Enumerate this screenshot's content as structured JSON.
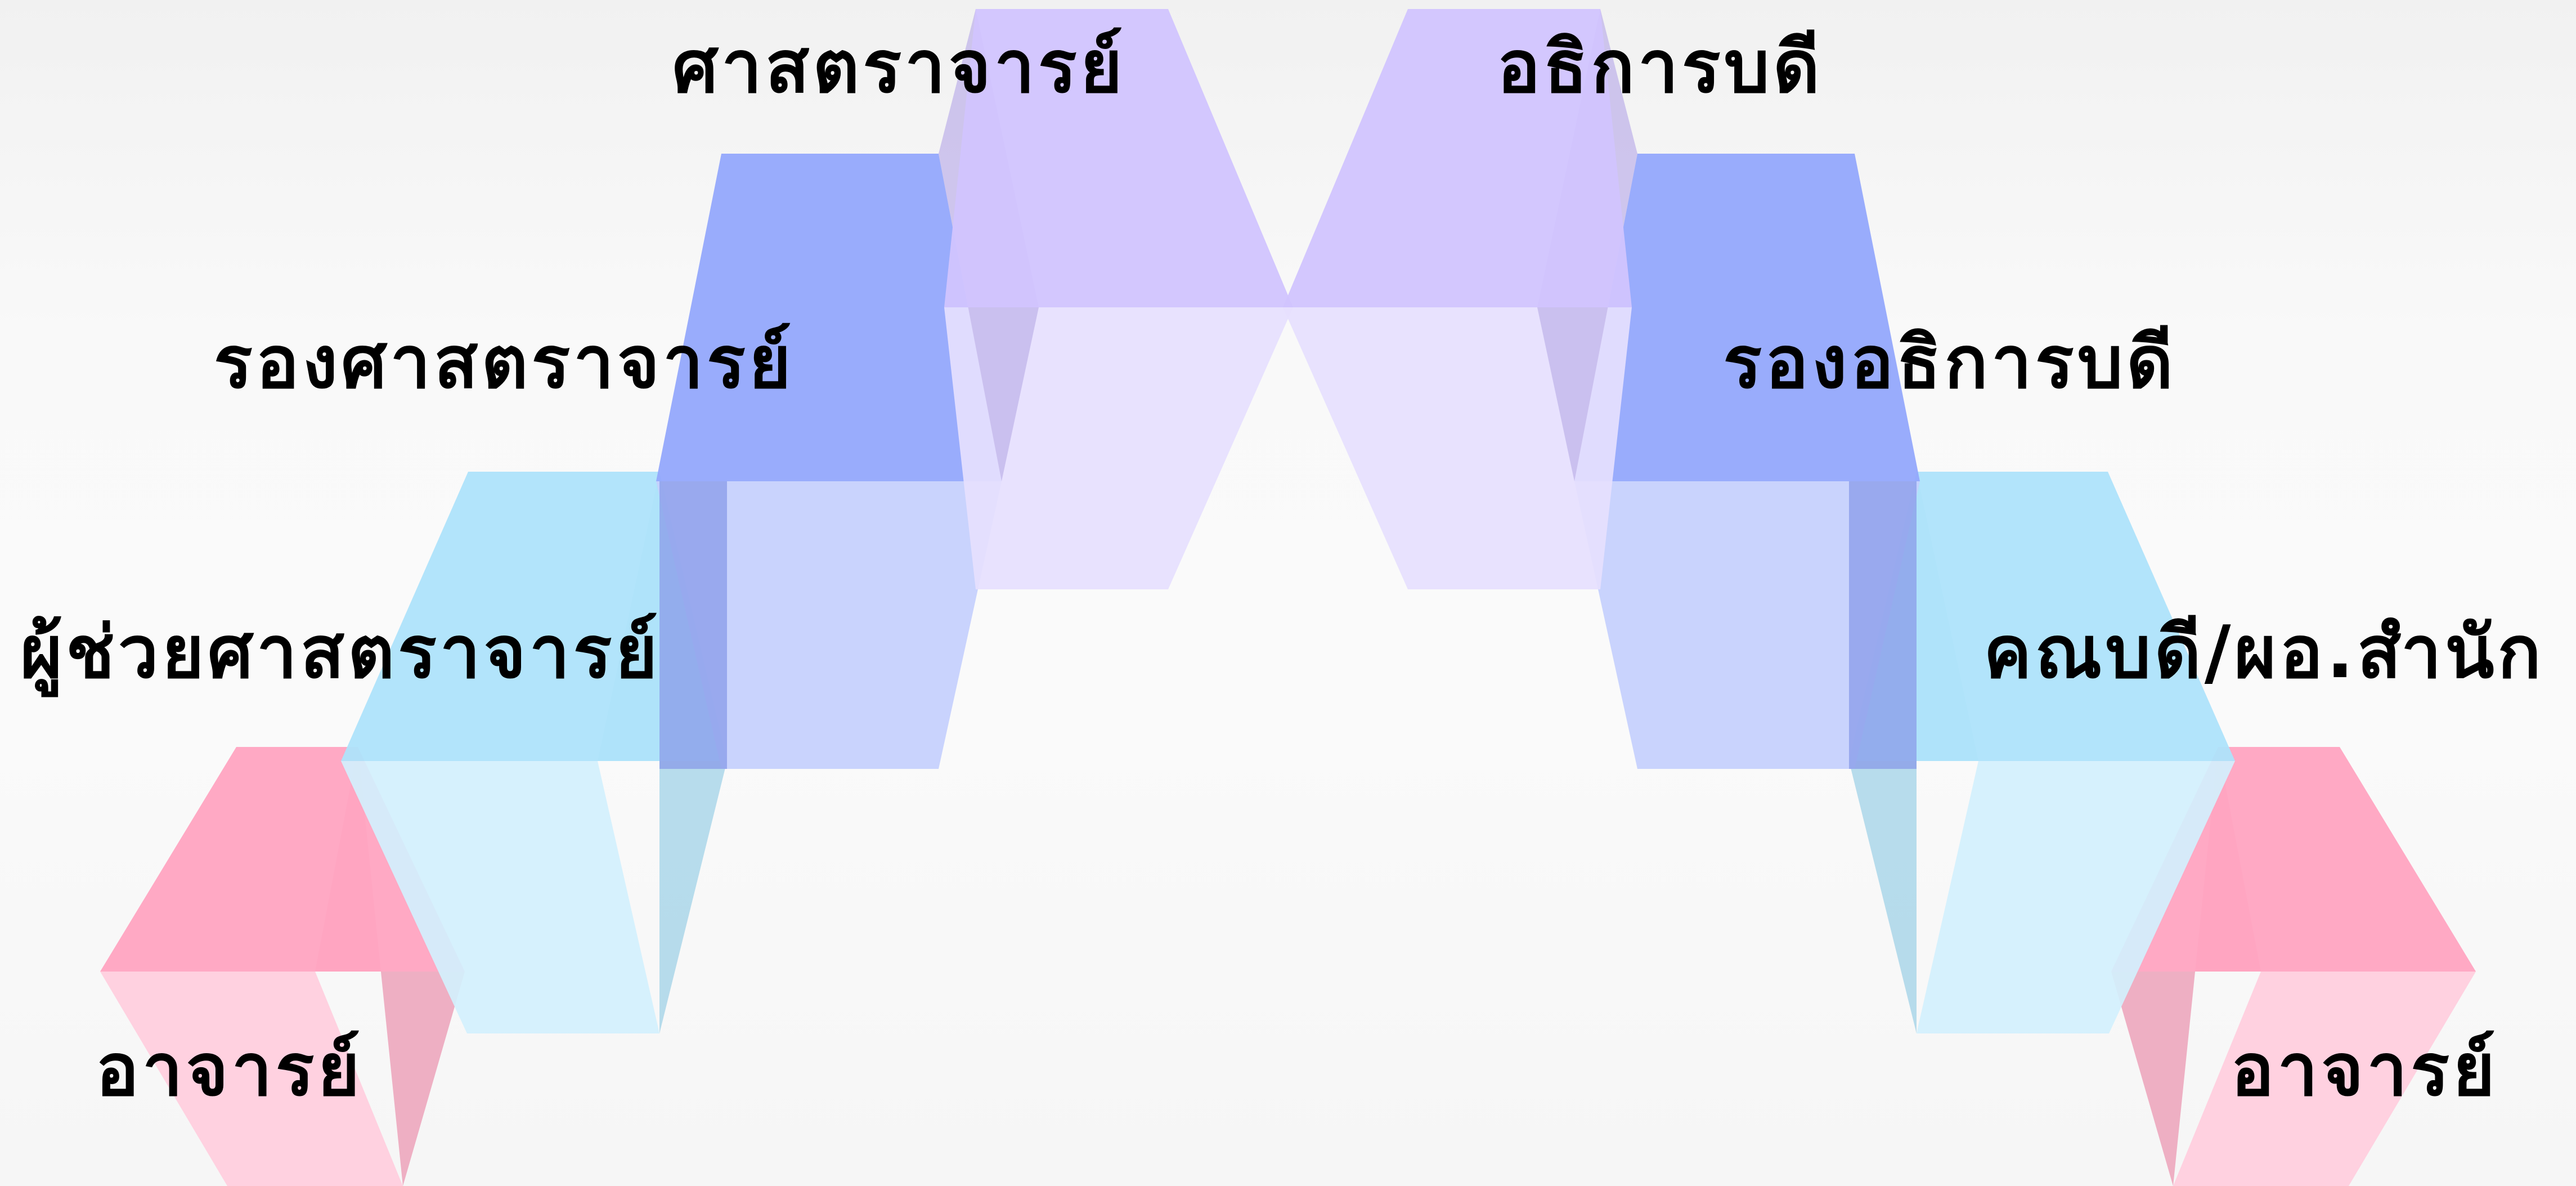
{
  "diagram": {
    "colors": {
      "pink": "#ffa4c1",
      "light_blue": "#aee3fb",
      "blue": "#94a8fc",
      "lavender": "#d1c4fe"
    },
    "left_staircase": [
      {
        "label": "อาจารย์",
        "color": "pink"
      },
      {
        "label": "ผู้ช่วยศาสตราจารย์",
        "color": "light_blue"
      },
      {
        "label": "รองศาสตราจารย์",
        "color": "blue"
      },
      {
        "label": "ศาสตราจารย์",
        "color": "lavender"
      }
    ],
    "right_staircase": [
      {
        "label": "อาจารย์",
        "color": "pink"
      },
      {
        "label": "คณบดี/ผอ.สำนัก",
        "color": "light_blue"
      },
      {
        "label": "รองอธิการบดี",
        "color": "blue"
      },
      {
        "label": "อธิการบดี",
        "color": "lavender"
      }
    ]
  }
}
